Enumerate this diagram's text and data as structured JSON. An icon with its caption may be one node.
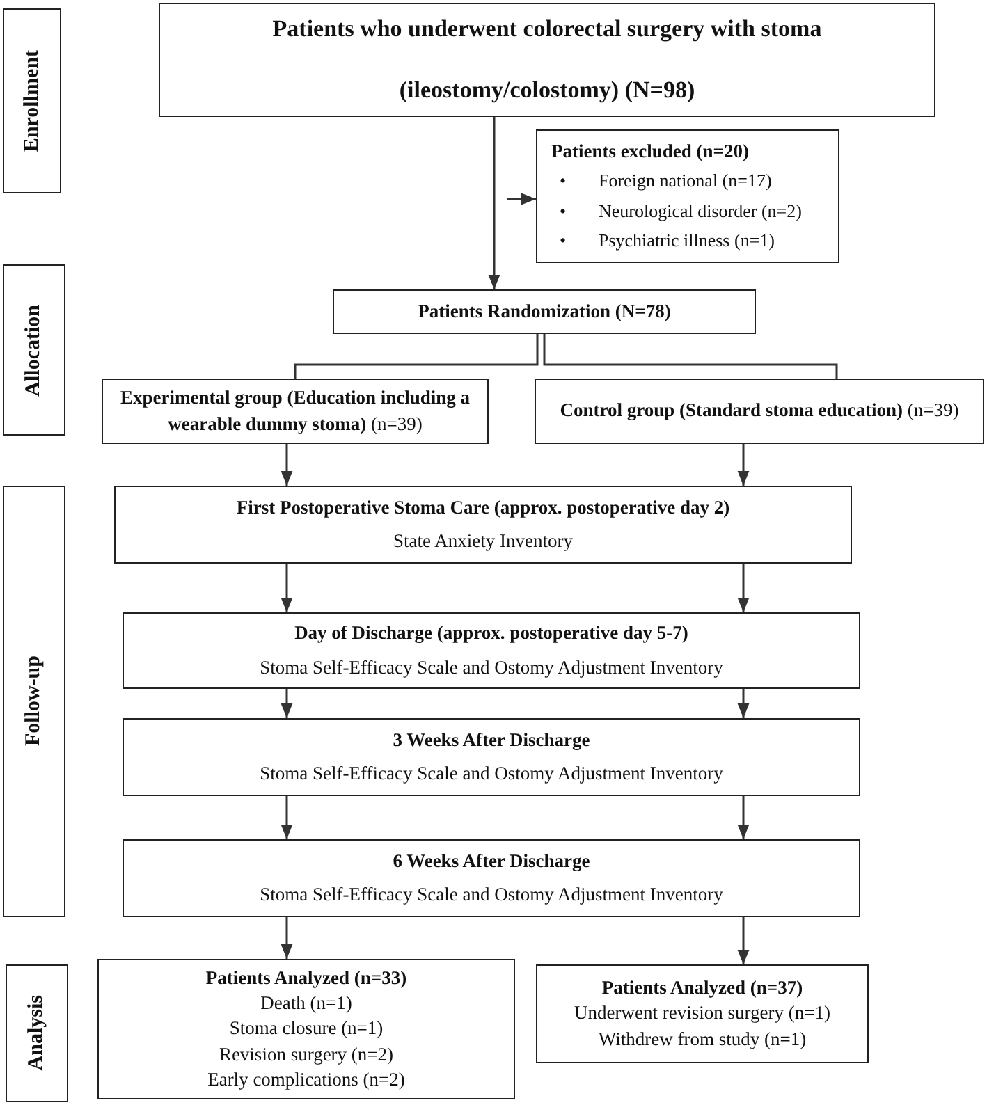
{
  "diagram": {
    "nodes": [
      {
        "text": [
          "Enrollment"
        ]
      },
      {
        "text": [
          "Patients who underwent colorectal surgery with stoma (ileostomy/colostomy) (N=98)"
        ]
      },
      {
        "text": [
          "Patients excluded (n=20)",
          "Foreign national (n=17)",
          "Neurological disorder (n=2)",
          "Psychiatric illness (n=1)"
        ]
      },
      {
        "text": [
          "Allocation"
        ]
      },
      {
        "text": [
          "Patients Randomization (N=78)"
        ]
      },
      {
        "text": [
          "**Experimental group (Education including a wearable dummy stoma)** (n=39)"
        ]
      },
      {
        "text": [
          "**Control group (Standard stoma education)** (n=39)"
        ]
      },
      {
        "text": [
          "Follow-up"
        ]
      },
      {
        "text": [
          "First Postoperative Stoma Care (approx. postoperative day 2)",
          "State Anxiety Inventory"
        ]
      },
      {
        "text": [
          "Day of Discharge (approx. postoperative day 5-7)",
          "Stoma Self-Efficacy Scale and Ostomy Adjustment Inventory"
        ]
      },
      {
        "text": [
          "3 Weeks After Discharge",
          "Stoma Self-Efficacy Scale and Ostomy Adjustment Inventory"
        ]
      },
      {
        "text": [
          "6 Weeks After Discharge",
          "Stoma Self-Efficacy Scale and Ostomy Adjustment Inventory"
        ]
      },
      {
        "text": [
          "Analysis"
        ]
      },
      {
        "text": [
          "Patients Analyzed (n=33)",
          "Death (n=1)",
          "Stoma closure (n=1)",
          "Revision surgery (n=2)",
          "Early complications (n=2)"
        ]
      },
      {
        "text": [
          "Patients Analyzed (n=37)",
          "Underwent revision surgery (n=1)",
          "Withdrew from study (n=1)"
        ]
      }
    ],
    "edges": [
      {
        "from": 1,
        "to": 4,
        "arrow": "to"
      },
      {
        "from": null,
        "to": 2,
        "arrow": "to"
      },
      {
        "from": 4,
        "to": 5,
        "arrow": "none"
      },
      {
        "from": 4,
        "to": 6,
        "arrow": "none"
      },
      {
        "from": 5,
        "to": 8,
        "arrow": "to"
      },
      {
        "from": 6,
        "to": 8,
        "arrow": "to"
      },
      {
        "from": 8,
        "to": 9,
        "arrow": "to"
      },
      {
        "from": 8,
        "to": 9,
        "arrow": "to"
      },
      {
        "from": 9,
        "to": 10,
        "arrow": "to"
      },
      {
        "from": 9,
        "to": 10,
        "arrow": "to"
      },
      {
        "from": 10,
        "to": 11,
        "arrow": "to"
      },
      {
        "from": 10,
        "to": 11,
        "arrow": "to"
      },
      {
        "from": 11,
        "to": 13,
        "arrow": "to"
      },
      {
        "from": 11,
        "to": 14,
        "arrow": "to"
      }
    ],
    "labels": [
      "•",
      "•",
      "•"
    ]
  }
}
